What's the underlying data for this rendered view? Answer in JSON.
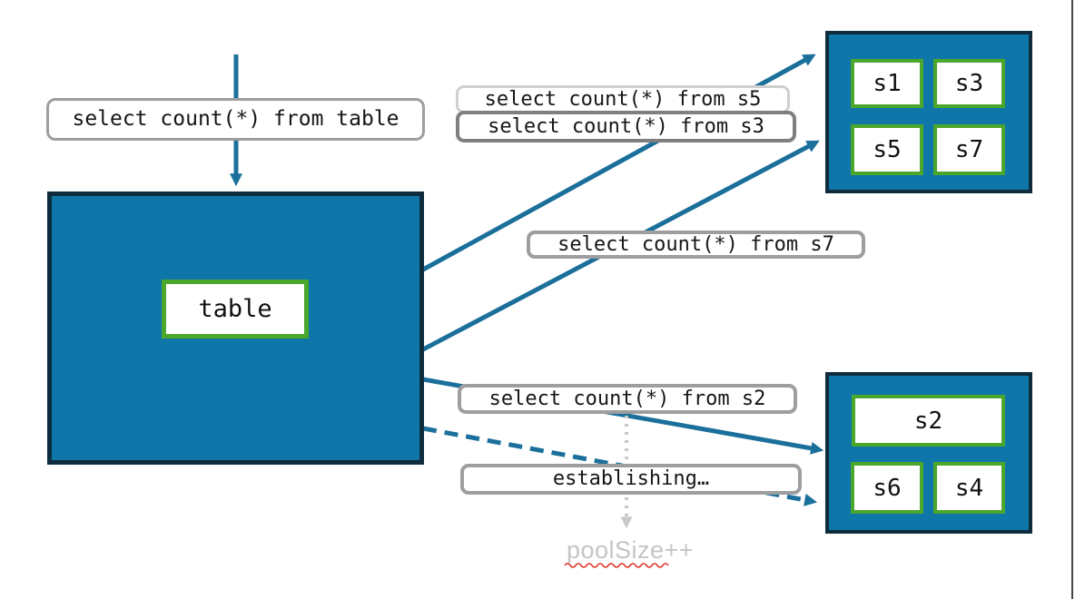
{
  "colors": {
    "teal_fill": "#0e76a8",
    "navy_border": "#0f2c3d",
    "green_border": "#4ba62c",
    "arrow_teal": "#1b6f9b",
    "label_border_gray": "#9e9e9e",
    "label_border_light": "#cfcfcf",
    "label_border_dark": "#7f7f7f",
    "muted_gray": "#c5c5c5",
    "dotted_arrow_gray": "#c9c9c9",
    "squiggle_red": "#e0362c"
  },
  "table_node": {
    "label": "table"
  },
  "query_labels": {
    "from_table": "select count(*) from table",
    "from_s5": "select count(*) from s5",
    "from_s3": "select count(*) from s3",
    "from_s7": "select count(*) from s7",
    "from_s2": "select count(*) from s2",
    "establishing": "establishing…"
  },
  "shard_groups": {
    "top": {
      "shards": [
        "s1",
        "s3",
        "s5",
        "s7"
      ]
    },
    "bottom": {
      "shards": [
        "s2",
        "s6",
        "s4"
      ]
    }
  },
  "annotation": {
    "pool_size": "poolSize++"
  }
}
